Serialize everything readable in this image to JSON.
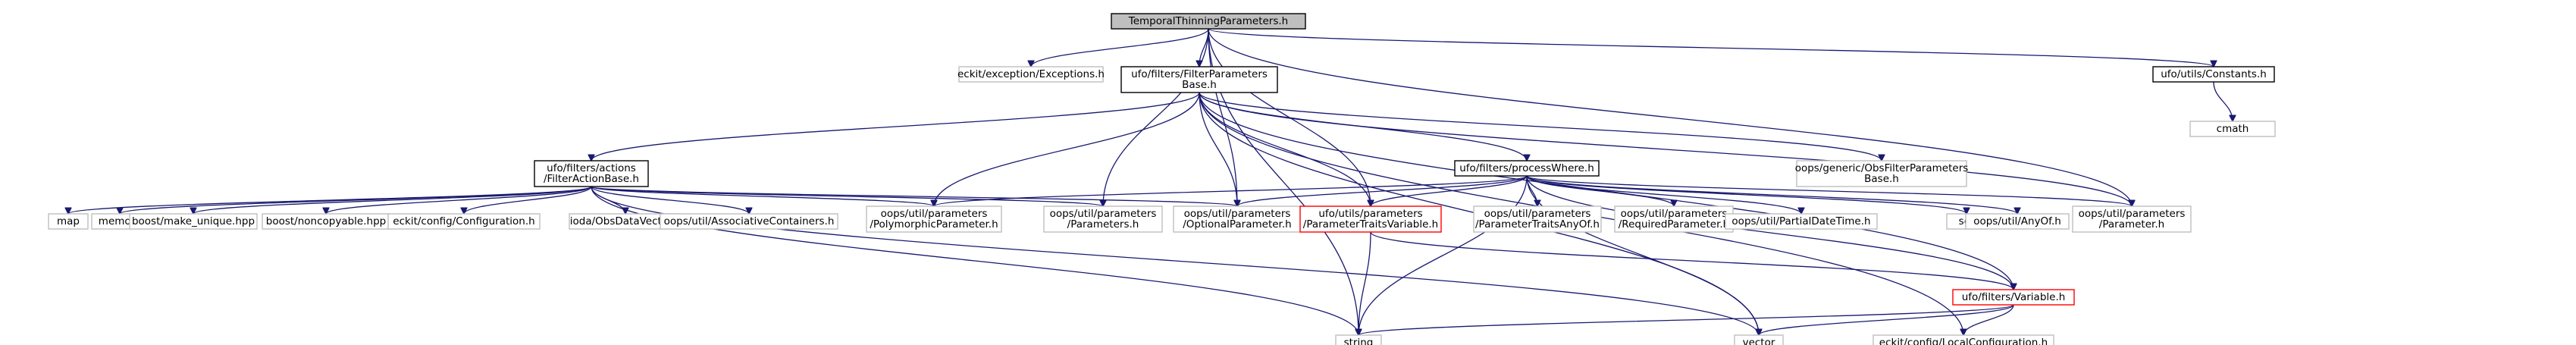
{
  "diagram": {
    "kind": "include-dependency-graph",
    "colors": {
      "edge": "#191970",
      "root_fill": "#bfbfbf",
      "root_border": "#000000",
      "normal_border": "#000000",
      "external_border": "#bfbfbf",
      "incomplete_border": "#ff0000"
    },
    "nodes": [
      {
        "id": "root",
        "lines": [
          "TemporalThinningParameters.h"
        ],
        "style": "root"
      },
      {
        "id": "exceptions",
        "lines": [
          "eckit/exception/Exceptions.h"
        ],
        "style": "external"
      },
      {
        "id": "filterparams",
        "lines": [
          "ufo/filters/FilterParameters",
          "Base.h"
        ],
        "style": "normal"
      },
      {
        "id": "constants",
        "lines": [
          "ufo/utils/Constants.h"
        ],
        "style": "normal"
      },
      {
        "id": "cmath",
        "lines": [
          "cmath"
        ],
        "style": "external"
      },
      {
        "id": "filteraction",
        "lines": [
          "ufo/filters/actions",
          "/FilterActionBase.h"
        ],
        "style": "normal"
      },
      {
        "id": "processwhere",
        "lines": [
          "ufo/filters/processWhere.h"
        ],
        "style": "normal"
      },
      {
        "id": "obsfilterparams",
        "lines": [
          "oops/generic/ObsFilterParameters",
          "Base.h"
        ],
        "style": "external"
      },
      {
        "id": "map",
        "lines": [
          "map"
        ],
        "style": "external"
      },
      {
        "id": "memory",
        "lines": [
          "memory"
        ],
        "style": "external"
      },
      {
        "id": "make_unique",
        "lines": [
          "boost/make_unique.hpp"
        ],
        "style": "external"
      },
      {
        "id": "noncopyable",
        "lines": [
          "boost/noncopyable.hpp"
        ],
        "style": "external"
      },
      {
        "id": "configuration",
        "lines": [
          "eckit/config/Configuration.h"
        ],
        "style": "external"
      },
      {
        "id": "obsdatavector",
        "lines": [
          "ioda/ObsDataVector.h"
        ],
        "style": "external"
      },
      {
        "id": "assoc",
        "lines": [
          "oops/util/AssociativeContainers.h"
        ],
        "style": "external"
      },
      {
        "id": "polymorphic",
        "lines": [
          "oops/util/parameters",
          "/PolymorphicParameter.h"
        ],
        "style": "external"
      },
      {
        "id": "parameters",
        "lines": [
          "oops/util/parameters",
          "/Parameters.h"
        ],
        "style": "external"
      },
      {
        "id": "optional",
        "lines": [
          "oops/util/parameters",
          "/OptionalParameter.h"
        ],
        "style": "external"
      },
      {
        "id": "traitsvar",
        "lines": [
          "ufo/utils/parameters",
          "/ParameterTraitsVariable.h"
        ],
        "style": "incomplete"
      },
      {
        "id": "traitsanyof",
        "lines": [
          "oops/util/parameters",
          "/ParameterTraitsAnyOf.h"
        ],
        "style": "external"
      },
      {
        "id": "required",
        "lines": [
          "oops/util/parameters",
          "/RequiredParameter.h"
        ],
        "style": "external"
      },
      {
        "id": "partialdate",
        "lines": [
          "oops/util/PartialDateTime.h"
        ],
        "style": "external"
      },
      {
        "id": "set",
        "lines": [
          "set"
        ],
        "style": "external"
      },
      {
        "id": "anyof",
        "lines": [
          "oops/util/AnyOf.h"
        ],
        "style": "external"
      },
      {
        "id": "parameter",
        "lines": [
          "oops/util/parameters",
          "/Parameter.h"
        ],
        "style": "external"
      },
      {
        "id": "variable",
        "lines": [
          "ufo/filters/Variable.h"
        ],
        "style": "incomplete"
      },
      {
        "id": "string",
        "lines": [
          "string"
        ],
        "style": "external"
      },
      {
        "id": "vector",
        "lines": [
          "vector"
        ],
        "style": "external"
      },
      {
        "id": "localconfig",
        "lines": [
          "eckit/config/LocalConfiguration.h"
        ],
        "style": "external"
      }
    ],
    "edges": [
      [
        "root",
        "exceptions"
      ],
      [
        "root",
        "filterparams"
      ],
      [
        "root",
        "constants"
      ],
      [
        "root",
        "parameters"
      ],
      [
        "root",
        "optional"
      ],
      [
        "root",
        "traitsvar"
      ],
      [
        "root",
        "parameter"
      ],
      [
        "root",
        "string"
      ],
      [
        "constants",
        "cmath"
      ],
      [
        "filterparams",
        "filteraction"
      ],
      [
        "filterparams",
        "processwhere"
      ],
      [
        "filterparams",
        "obsfilterparams"
      ],
      [
        "filterparams",
        "polymorphic"
      ],
      [
        "filterparams",
        "optional"
      ],
      [
        "filterparams",
        "traitsvar"
      ],
      [
        "filterparams",
        "parameter"
      ],
      [
        "filterparams",
        "variable"
      ],
      [
        "filterparams",
        "vector"
      ],
      [
        "filterparams",
        "localconfig"
      ],
      [
        "filteraction",
        "map"
      ],
      [
        "filteraction",
        "memory"
      ],
      [
        "filteraction",
        "make_unique"
      ],
      [
        "filteraction",
        "noncopyable"
      ],
      [
        "filteraction",
        "configuration"
      ],
      [
        "filteraction",
        "obsdatavector"
      ],
      [
        "filteraction",
        "assoc"
      ],
      [
        "filteraction",
        "polymorphic"
      ],
      [
        "filteraction",
        "parameters"
      ],
      [
        "filteraction",
        "optional"
      ],
      [
        "filteraction",
        "string"
      ],
      [
        "filteraction",
        "vector"
      ],
      [
        "processwhere",
        "polymorphic"
      ],
      [
        "processwhere",
        "optional"
      ],
      [
        "processwhere",
        "traitsvar"
      ],
      [
        "processwhere",
        "traitsanyof"
      ],
      [
        "processwhere",
        "required"
      ],
      [
        "processwhere",
        "partialdate"
      ],
      [
        "processwhere",
        "set"
      ],
      [
        "processwhere",
        "anyof"
      ],
      [
        "processwhere",
        "parameter"
      ],
      [
        "processwhere",
        "variable"
      ],
      [
        "processwhere",
        "string"
      ],
      [
        "processwhere",
        "vector"
      ],
      [
        "traitsvar",
        "variable"
      ],
      [
        "traitsvar",
        "string"
      ],
      [
        "variable",
        "string"
      ],
      [
        "variable",
        "vector"
      ],
      [
        "variable",
        "localconfig"
      ]
    ]
  }
}
